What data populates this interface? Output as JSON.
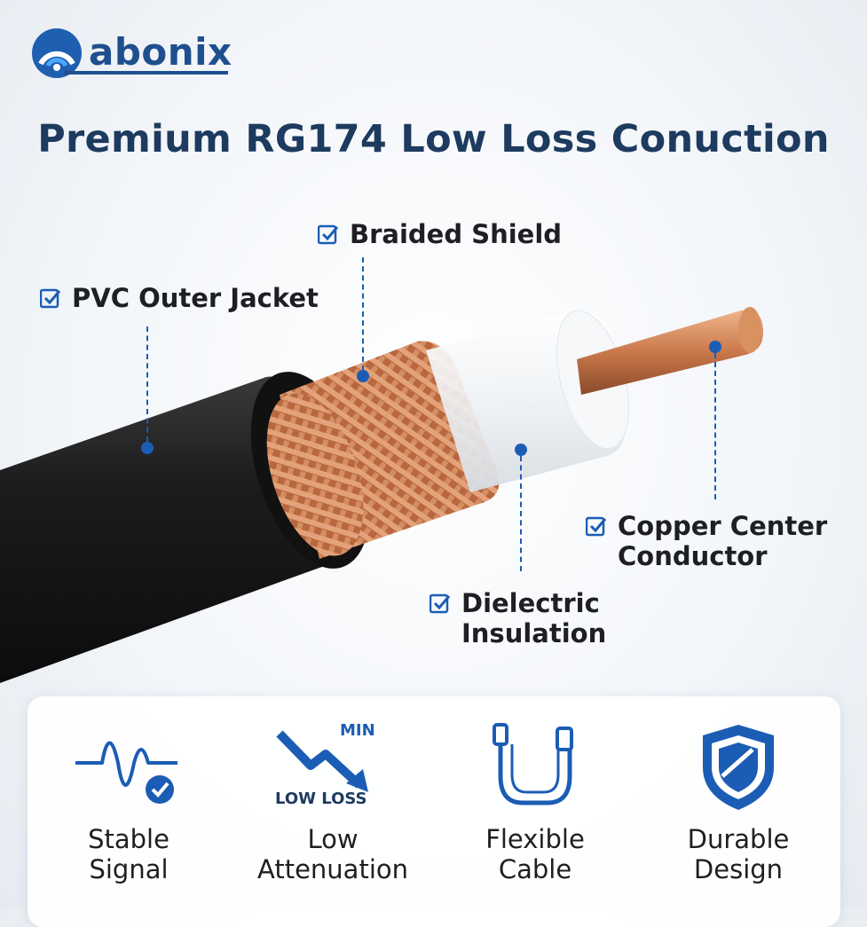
{
  "brand": {
    "name": "abonix"
  },
  "title": "Premium RG174 Low Loss Conuction",
  "callouts": {
    "braided_shield": "Braided Shield",
    "pvc_jacket": "PVC Outer Jacket",
    "copper_center": "Copper Center\nConductor",
    "dielectric": "Dielectric\nInsulation"
  },
  "features": [
    {
      "label": "Stable\nSignal",
      "icon": "signal-wave-check-icon"
    },
    {
      "label": "Low\nAttenuation",
      "icon": "low-loss-arrow-icon",
      "badge_top": "MIN",
      "badge_bottom": "LOW LOSS"
    },
    {
      "label": "Flexible\nCable",
      "icon": "flexible-cable-icon"
    },
    {
      "label": "Durable\nDesign",
      "icon": "shield-icon"
    }
  ],
  "colors": {
    "accent": "#1b5db4",
    "title": "#1d3a5f",
    "brand": "#1f4f8f",
    "copper": "#c8764a",
    "jacket": "#1a1a1a"
  }
}
